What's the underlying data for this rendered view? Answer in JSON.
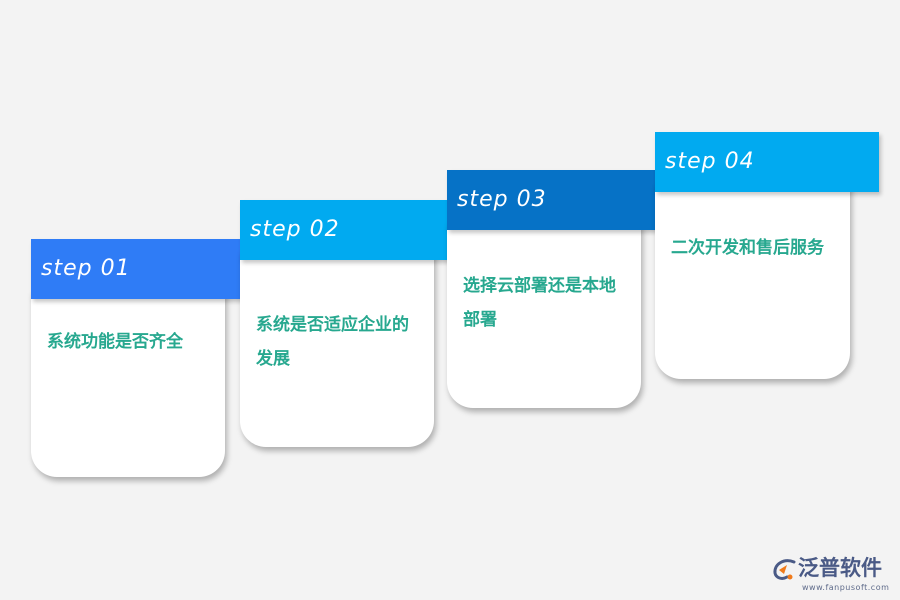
{
  "steps": [
    {
      "label": "step 01",
      "text": "系统功能是否齐全",
      "color": "#2f7cf6"
    },
    {
      "label": "step 02",
      "text": "系统是否适应企业的发展",
      "color": "#01aaf0"
    },
    {
      "label": "step 03",
      "text": "选择云部署还是本地部署",
      "color": "#0672c6"
    },
    {
      "label": "step 04",
      "text": "二次开发和售后服务",
      "color": "#01aaf0"
    }
  ],
  "text_color": "#27a88f",
  "logo": {
    "name": "泛普软件",
    "url": "www.fanpusoft.com",
    "icon": "fanpu-logo-icon"
  }
}
